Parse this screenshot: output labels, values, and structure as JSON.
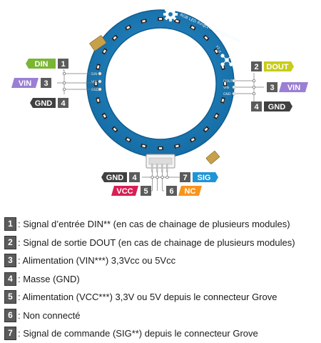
{
  "board": {
    "silkscreen_title": "RGB LED Ring(24 - WS2813 mini)",
    "silkscreen_version": "v1.0",
    "pad_labels_left": [
      "DIN",
      "VIN",
      "GND"
    ],
    "pad_labels_right": [
      "DOUT",
      "VIN",
      "GND"
    ]
  },
  "callouts": [
    {
      "id": "din",
      "signal": "DIN",
      "num": "1",
      "color": "#7ab536"
    },
    {
      "id": "vin-left",
      "signal": "VIN",
      "num": "3",
      "color": "#9a7fd4"
    },
    {
      "id": "gnd-left",
      "signal": "GND",
      "num": "4",
      "color": "#404040"
    },
    {
      "id": "dout",
      "signal": "DOUT",
      "num": "2",
      "color": "#c8cc1a"
    },
    {
      "id": "vin-right",
      "signal": "VIN",
      "num": "3",
      "color": "#9a7fd4"
    },
    {
      "id": "gnd-right",
      "signal": "GND",
      "num": "4",
      "color": "#404040"
    },
    {
      "id": "gnd-bottom",
      "signal": "GND",
      "num": "4",
      "color": "#404040"
    },
    {
      "id": "sig-bottom",
      "signal": "SIG",
      "num": "7",
      "color": "#1f94d6"
    },
    {
      "id": "vcc-bottom",
      "signal": "VCC",
      "num": "5",
      "color": "#d81f55"
    },
    {
      "id": "nc-bottom",
      "signal": "NC",
      "num": "6",
      "color": "#f7941d"
    }
  ],
  "legend": [
    {
      "num": "1",
      "text": ": Signal d’entrée DIN** (en cas de chainage de plusieurs modules)"
    },
    {
      "num": "2",
      "text": ": Signal de sortie DOUT (en cas de chainage de plusieurs modules)"
    },
    {
      "num": "3",
      "text": ": Alimentation (VIN***) 3,3Vcc ou 5Vcc"
    },
    {
      "num": "4",
      "text": ":  Masse (GND)"
    },
    {
      "num": "5",
      "text": ": Alimentation (VCC***) 3,3V ou 5V depuis le connecteur Grove"
    },
    {
      "num": "6",
      "text": ": Non connecté"
    },
    {
      "num": "7",
      "text": ": Signal de commande (SIG**) depuis le connecteur Grove"
    }
  ],
  "colors": {
    "pcb": "#1d7bb5",
    "pcb_edge": "#0f5d90",
    "number_box": "#5b5b5b",
    "leader": "#777777"
  }
}
